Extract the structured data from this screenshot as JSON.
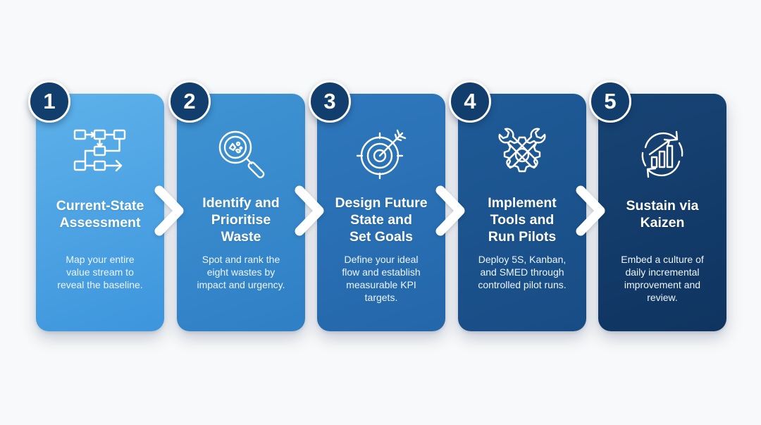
{
  "steps": [
    {
      "number": "1",
      "title": "Current-State Assessment",
      "title_lines": [
        "Current-State",
        "Assessment"
      ],
      "description": "Map your entire value stream to reveal the baseline.",
      "description_lines": [
        "Map your entire",
        "value stream to",
        "reveal the baseline."
      ],
      "icon": "flowchart-icon",
      "color_top": "#5eb2ea",
      "color_bottom": "#3d95dc"
    },
    {
      "number": "2",
      "title": "Identify and Prioritise Waste",
      "title_lines": [
        "Identify and",
        "Prioritise",
        "Waste"
      ],
      "description": "Spot and rank the eight wastes by impact and urgency.",
      "description_lines": [
        "Spot and rank the",
        "eight wastes by",
        "impact and urgency."
      ],
      "icon": "magnifier-icon",
      "color_top": "#3f94d3",
      "color_bottom": "#2f7fc5"
    },
    {
      "number": "3",
      "title": "Design Future State and Set Goals",
      "title_lines": [
        "Design Future",
        "State and",
        "Set Goals"
      ],
      "description": "Define your ideal flow and establish measurable KPI targets.",
      "description_lines": [
        "Define your ideal",
        "flow and establish",
        "measurable KPI",
        "targets."
      ],
      "icon": "target-icon",
      "color_top": "#2f78bd",
      "color_bottom": "#2467aa"
    },
    {
      "number": "4",
      "title": "Implement Tools and Run Pilots",
      "title_lines": [
        "Implement",
        "Tools and",
        "Run Pilots"
      ],
      "description": "Deploy 5S, Kanban, and SMED through controlled pilot runs.",
      "description_lines": [
        "Deploy 5S, Kanban,",
        "and SMED through",
        "controlled pilot runs."
      ],
      "icon": "gear-wrench-icon",
      "color_top": "#1f5b98",
      "color_bottom": "#184c84"
    },
    {
      "number": "5",
      "title": "Sustain via Kaizen",
      "title_lines": [
        "Sustain via",
        "Kaizen"
      ],
      "description": "Embed a culture of daily incremental improvement and review.",
      "description_lines": [
        "Embed a culture of",
        "daily incremental",
        "improvement and",
        "review."
      ],
      "icon": "cycle-growth-icon",
      "color_top": "#174475",
      "color_bottom": "#0f3460"
    }
  ],
  "colors": {
    "badge": "#123e6e",
    "chevron": "#ffffff",
    "background": "#f8f9fa"
  }
}
